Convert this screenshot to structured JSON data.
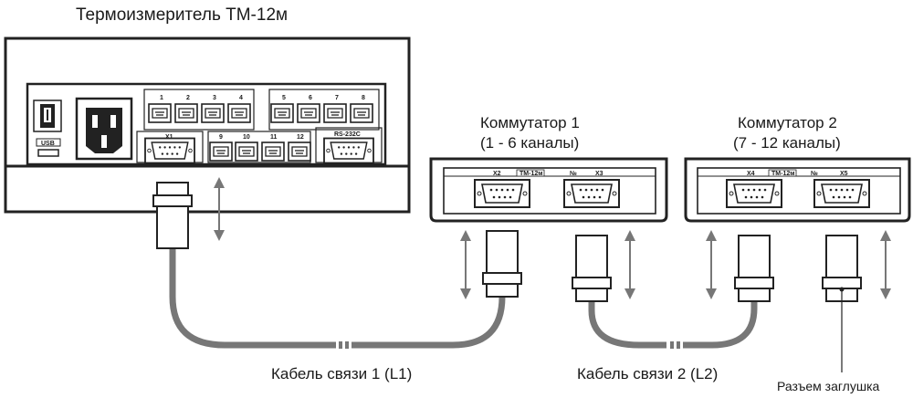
{
  "title": "Термоизмеритель ТМ-12м",
  "device": {
    "usb_label": "USB",
    "port_numbers_top": [
      "1",
      "2",
      "3",
      "4",
      "5",
      "6",
      "7",
      "8"
    ],
    "port_numbers_bottom": [
      "9",
      "10",
      "11",
      "12"
    ],
    "x1_label": "X1",
    "rs232_label": "RS-232C"
  },
  "switch1": {
    "title": "Коммутатор 1",
    "subtitle": "(1 - 6 каналы)",
    "left_label": "X2",
    "model_label": "ТМ-12м",
    "no_label": "№",
    "right_label": "X3"
  },
  "switch2": {
    "title": "Коммутатор 2",
    "subtitle": "(7 - 12 каналы)",
    "left_label": "X4",
    "model_label": "ТМ-12м",
    "no_label": "№",
    "right_label": "X5"
  },
  "cable1_label": "Кабель связи 1 (L1)",
  "cable2_label": "Кабель связи 2 (L2)",
  "plug_label": "Разъем заглушка"
}
